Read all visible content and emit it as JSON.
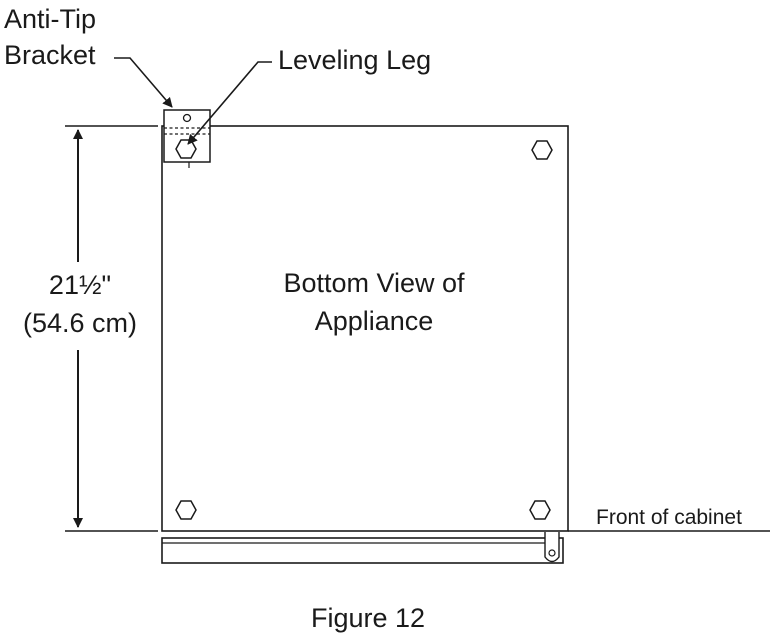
{
  "labels": {
    "anti_tip_line1": "Anti-Tip",
    "anti_tip_line2": "Bracket",
    "leveling_leg": "Leveling Leg",
    "dimension_imperial": "21½\"",
    "dimension_metric": "(54.6 cm)",
    "bottom_view_line1": "Bottom View of",
    "bottom_view_line2": "Appliance",
    "front_of_cabinet": "Front of cabinet",
    "figure_caption": "Figure 12"
  },
  "colors": {
    "line": "#1a1a1a",
    "background": "#ffffff"
  }
}
